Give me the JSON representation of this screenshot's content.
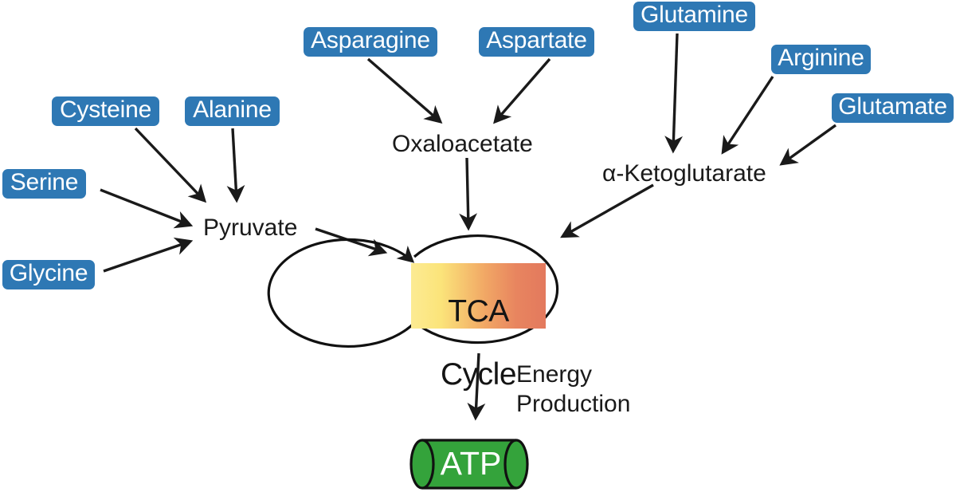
{
  "figure": {
    "type": "metabolic-pathway-diagram",
    "background_color": "#FFFFFF",
    "label_box_color": "#2E78B4",
    "label_text_color": "#FFFFFF",
    "plain_text_color": "#1A1A1A",
    "arrow_color": "#1A1A1A",
    "cycle_gradient_start": "#FBE87F",
    "cycle_gradient_end": "#E3795E",
    "atp_fill_color": "#34A33B",
    "atp_stroke_color": "#111111",
    "atp_terminal_color": "#1C1C1C"
  },
  "amino_acid_inputs": [
    {
      "id": "cysteine",
      "label": "Cysteine",
      "target": "pyruvate"
    },
    {
      "id": "alanine",
      "label": "Alanine",
      "target": "pyruvate"
    },
    {
      "id": "serine",
      "label": "Serine",
      "target": "pyruvate"
    },
    {
      "id": "glycine",
      "label": "Glycine",
      "target": "pyruvate"
    },
    {
      "id": "asparagine",
      "label": "Asparagine",
      "target": "oxaloacetate"
    },
    {
      "id": "aspartate",
      "label": "Aspartate",
      "target": "oxaloacetate"
    },
    {
      "id": "glutamine",
      "label": "Glutamine",
      "target": "alpha-ketoglutarate"
    },
    {
      "id": "arginine",
      "label": "Arginine",
      "target": "alpha-ketoglutarate"
    },
    {
      "id": "glutamate",
      "label": "Glutamate",
      "target": "alpha-ketoglutarate"
    }
  ],
  "intermediates": [
    {
      "id": "pyruvate",
      "label": "Pyruvate"
    },
    {
      "id": "oxaloacetate",
      "label": "Oxaloacetate"
    },
    {
      "id": "alpha-ketoglutarate",
      "label": "α-Ketoglutarate"
    }
  ],
  "cycle": {
    "id": "tca-cycle",
    "label": "TCA\nCycle",
    "line1": "TCA",
    "line2": "Cycle"
  },
  "output": {
    "arrow_label_line1": "Energy",
    "arrow_label_line2": "Production",
    "arrow_label": "Energy Production",
    "product_label": "ATP"
  },
  "edges": [
    {
      "from": "Cysteine",
      "to": "Pyruvate"
    },
    {
      "from": "Alanine",
      "to": "Pyruvate"
    },
    {
      "from": "Serine",
      "to": "Pyruvate"
    },
    {
      "from": "Glycine",
      "to": "Pyruvate"
    },
    {
      "from": "Asparagine",
      "to": "Oxaloacetate"
    },
    {
      "from": "Aspartate",
      "to": "Oxaloacetate"
    },
    {
      "from": "Glutamine",
      "to": "α-Ketoglutarate"
    },
    {
      "from": "Arginine",
      "to": "α-Ketoglutarate"
    },
    {
      "from": "Glutamate",
      "to": "α-Ketoglutarate"
    },
    {
      "from": "Pyruvate",
      "to": "TCA Cycle"
    },
    {
      "from": "Oxaloacetate",
      "to": "TCA Cycle"
    },
    {
      "from": "α-Ketoglutarate",
      "to": "TCA Cycle"
    },
    {
      "from": "TCA Cycle",
      "to": "ATP"
    }
  ]
}
